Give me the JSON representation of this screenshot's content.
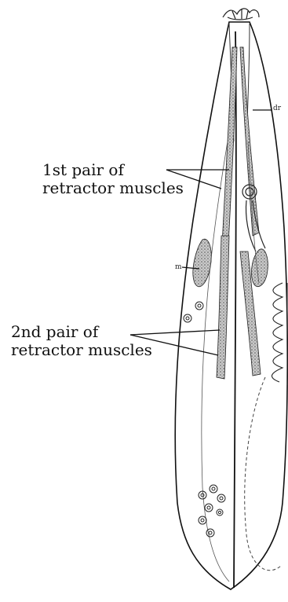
{
  "labels": {
    "first_pair_line1": "1st pair of",
    "first_pair_line2": "retractor muscles",
    "second_pair_line1": "2nd pair of",
    "second_pair_line2": "retractor muscles",
    "top_right_abbrev": "dr",
    "left_abbrev": "m"
  },
  "colors": {
    "ink": "#111111",
    "stipple": "#8a8a8a",
    "background": "#ffffff"
  }
}
